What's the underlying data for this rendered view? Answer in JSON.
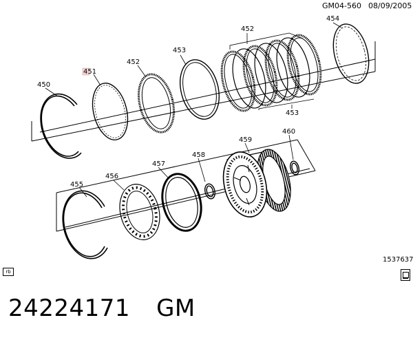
{
  "header": {
    "drawing_id": "GM04-560",
    "date": "08/09/2005"
  },
  "reference_number": "1537637",
  "corner_tag": "rb",
  "footer": {
    "part_number": "24224171",
    "brand": "GM"
  },
  "callouts": {
    "c450": "450",
    "c451": "451",
    "c452a": "452",
    "c453a": "453",
    "c452b": "452",
    "c454": "454",
    "c453b": "453",
    "c455": "455",
    "c456": "456",
    "c457": "457",
    "c458": "458",
    "c459": "459",
    "c460": "460"
  },
  "icons": {
    "manual": "book-icon"
  }
}
